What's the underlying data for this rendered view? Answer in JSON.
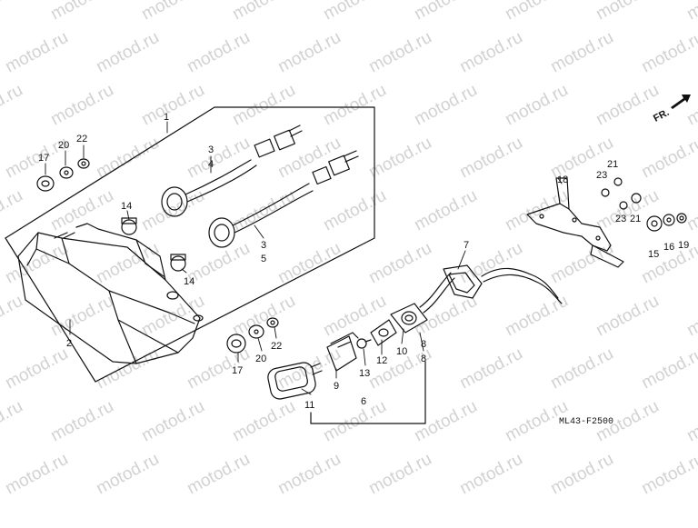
{
  "watermark": {
    "text": "motod.ru",
    "color": "#d2d2d2"
  },
  "diagram": {
    "code": "ML43-F2500",
    "direction_label": "FR.",
    "line_color": "#111111"
  },
  "callouts": [
    "1",
    "2",
    "3",
    "4",
    "3",
    "5",
    "14",
    "14",
    "17",
    "20",
    "22",
    "17",
    "20",
    "22",
    "9",
    "11",
    "13",
    "12",
    "10",
    "8",
    "6",
    "7",
    "8",
    "18",
    "23",
    "21",
    "23",
    "21",
    "15",
    "16",
    "19"
  ]
}
